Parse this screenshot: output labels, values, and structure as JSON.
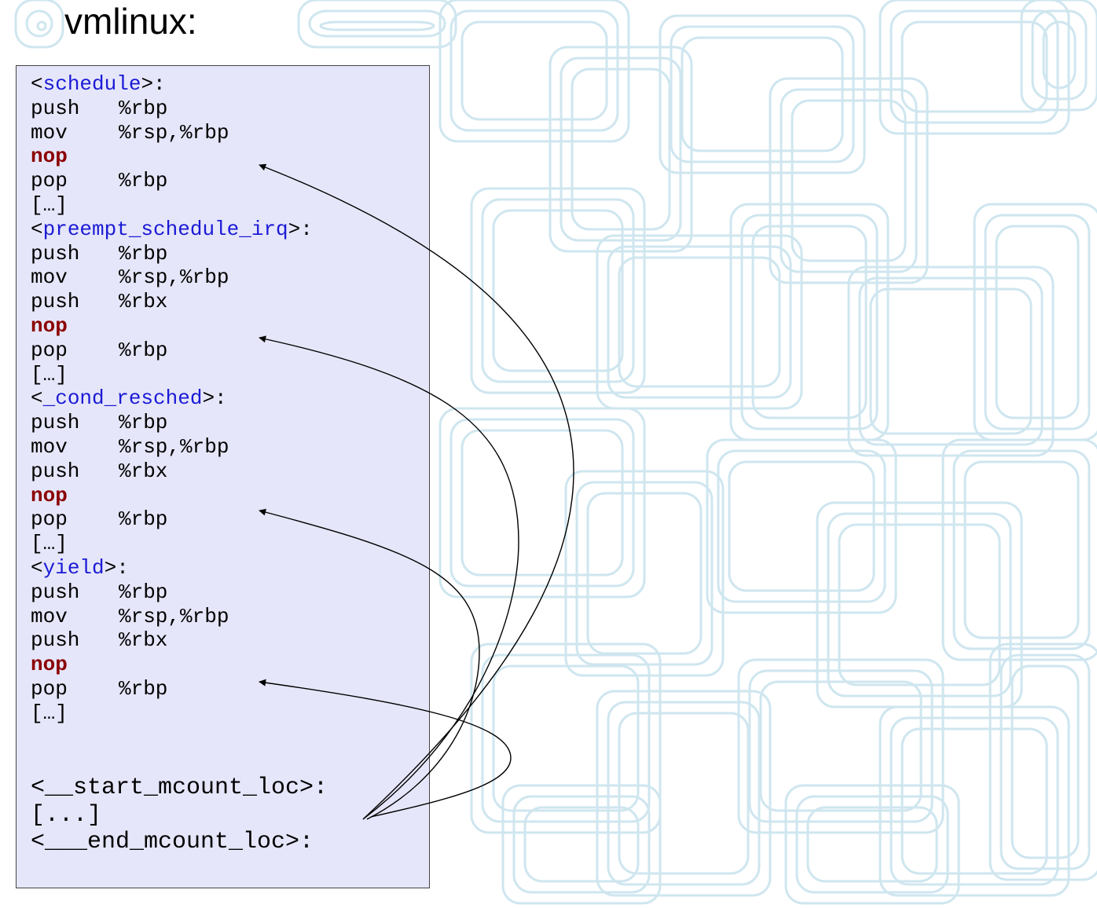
{
  "title": "vmlinux:",
  "colors": {
    "box_fill": "#e6e6fa",
    "label": "#1a1ad6",
    "nop": "#8b0000",
    "grid_lines": "#cfe6ef"
  },
  "blocks": [
    {
      "label": "schedule",
      "lines": [
        {
          "op": "push",
          "arg": "%rbp"
        },
        {
          "op": "mov",
          "arg": "%rsp,%rbp"
        },
        {
          "op": "nop",
          "arg": ""
        },
        {
          "op": "pop",
          "arg": "%rbp"
        },
        {
          "op": "[…]",
          "arg": ""
        }
      ]
    },
    {
      "label": "preempt_schedule_irq",
      "lines": [
        {
          "op": "push",
          "arg": "%rbp"
        },
        {
          "op": "mov",
          "arg": "%rsp,%rbp"
        },
        {
          "op": "push",
          "arg": "%rbx"
        },
        {
          "op": "nop",
          "arg": ""
        },
        {
          "op": "pop",
          "arg": "%rbp"
        },
        {
          "op": "[…]",
          "arg": ""
        }
      ]
    },
    {
      "label": "_cond_resched",
      "lines": [
        {
          "op": "push",
          "arg": "%rbp"
        },
        {
          "op": "mov",
          "arg": "%rsp,%rbp"
        },
        {
          "op": "push",
          "arg": "%rbx"
        },
        {
          "op": "nop",
          "arg": ""
        },
        {
          "op": "pop",
          "arg": "%rbp"
        },
        {
          "op": "[…]",
          "arg": ""
        }
      ]
    },
    {
      "label": "yield",
      "lines": [
        {
          "op": "push",
          "arg": "%rbp"
        },
        {
          "op": "mov",
          "arg": "%rsp,%rbp"
        },
        {
          "op": "push",
          "arg": "%rbx"
        },
        {
          "op": "nop",
          "arg": ""
        },
        {
          "op": "pop",
          "arg": "%rbp"
        },
        {
          "op": "[…]",
          "arg": ""
        }
      ]
    }
  ],
  "mcount": {
    "start": "<__start_mcount_loc>:",
    "middle": "[...]",
    "end": "<___end_mcount_loc>:"
  }
}
